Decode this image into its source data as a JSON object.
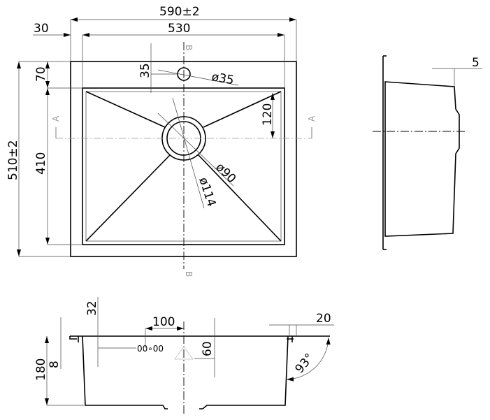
{
  "top_view": {
    "overall_width": "590±2",
    "bowl_width": "530",
    "flange_side": "30",
    "overall_depth": "510±2",
    "bowl_depth": "410",
    "flange_back": "70",
    "tap_offset": "35",
    "tap_hole": "ø35",
    "drain_slope": "120",
    "drain_inner": "ø90",
    "drain_outer": "ø114",
    "section_a": "A",
    "section_b": "B"
  },
  "side_view": {
    "flange_thickness": "5"
  },
  "section_view": {
    "overflow_offset": "32",
    "overflow_center": "100",
    "overflow_slot_label": "00∘00",
    "overflow_height": "60",
    "total_depth": "180",
    "flange_depth": "8",
    "rim_width": "20",
    "wall_angle": "93°"
  }
}
